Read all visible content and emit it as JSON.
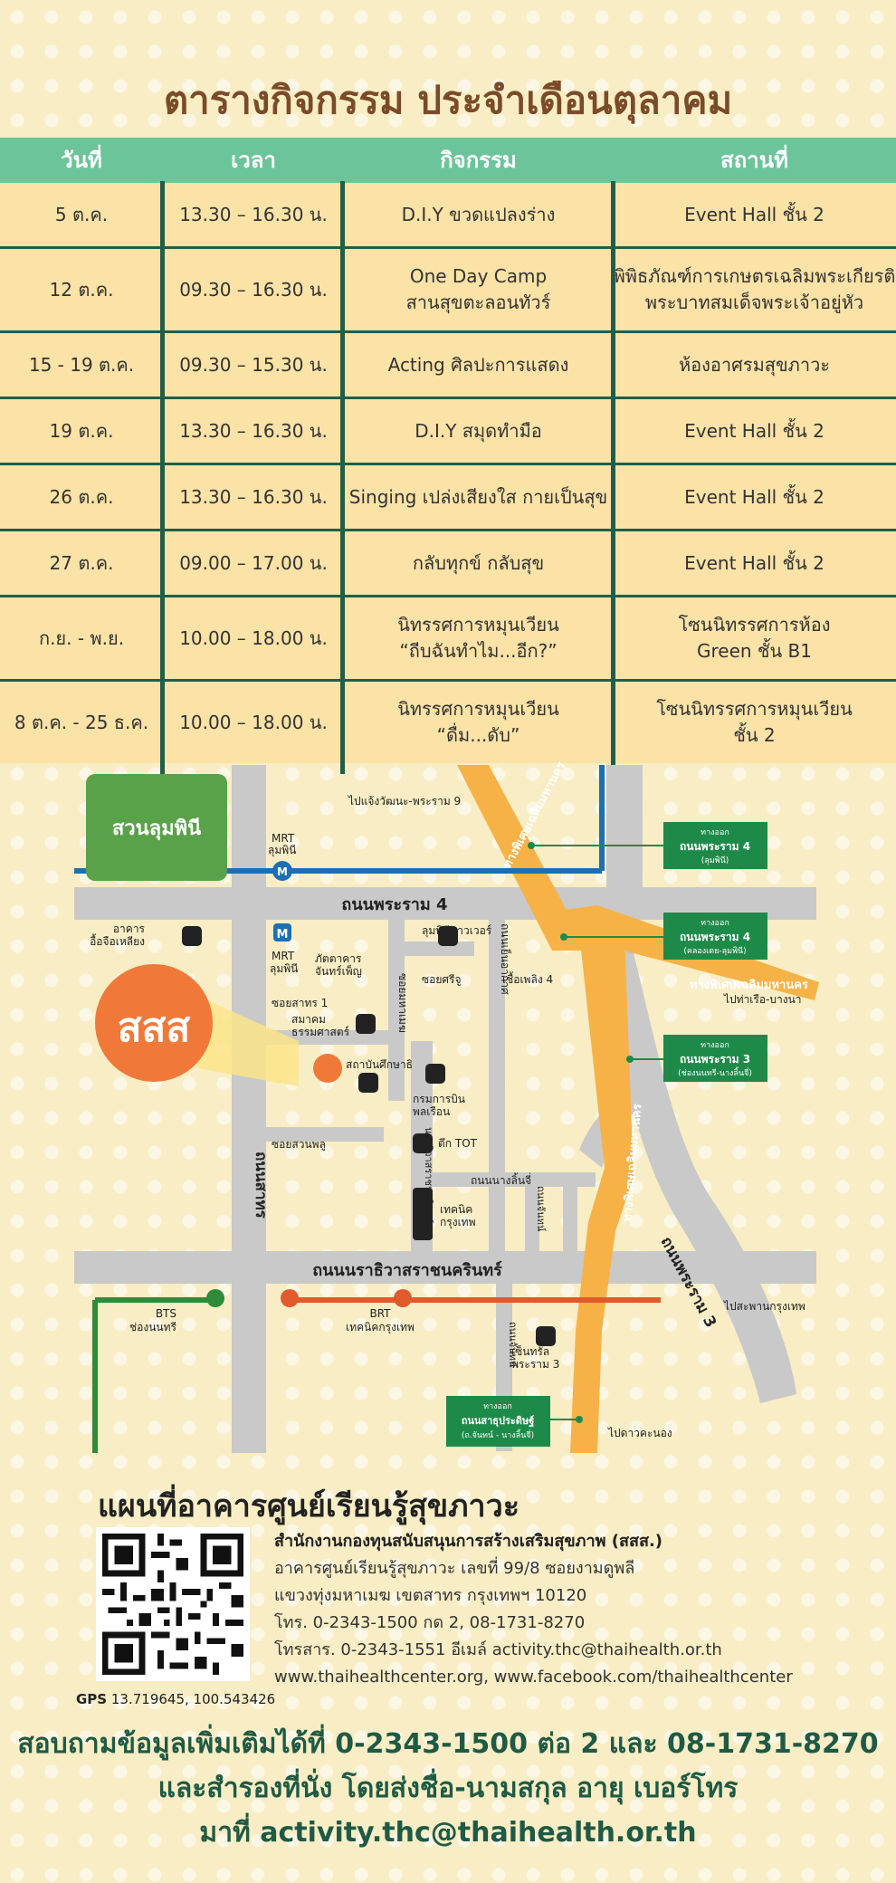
{
  "title": "ตารางกิจกรรม ประจำเดือนตุลาคม",
  "table": {
    "headers": [
      "วันที่",
      "เวลา",
      "กิจกรรม",
      "สถานที่"
    ],
    "rows": [
      {
        "date": "5 ต.ค.",
        "time": "13.30 – 16.30 น.",
        "activity": [
          "D.I.Y ขวดแปลงร่าง"
        ],
        "place": [
          "Event  Hall ชั้น 2"
        ]
      },
      {
        "date": "12 ต.ค.",
        "time": "09.30 – 16.30 น.",
        "activity": [
          "One Day Camp",
          "สานสุขตะลอนทัวร์"
        ],
        "place": [
          "พิพิธภัณฑ์การเกษตรเฉลิมพระเกียรติ",
          "พระบาทสมเด็จพระเจ้าอยู่หัว"
        ]
      },
      {
        "date": "15 - 19 ต.ค.",
        "time": "09.30 – 15.30 น.",
        "activity": [
          "Acting ศิลปะการแสดง"
        ],
        "place": [
          "ห้องอาศรมสุขภาวะ"
        ]
      },
      {
        "date": "19 ต.ค.",
        "time": "13.30 – 16.30 น.",
        "activity": [
          "D.I.Y สมุดทำมือ"
        ],
        "place": [
          "Event  Hall ชั้น 2"
        ]
      },
      {
        "date": "26 ต.ค.",
        "time": "13.30 – 16.30 น.",
        "activity": [
          "Singing เปล่งเสียงใส กายเป็นสุข"
        ],
        "place": [
          "Event  Hall ชั้น 2"
        ]
      },
      {
        "date": "27 ต.ค.",
        "time": "09.00 – 17.00 น.",
        "activity": [
          "กลับทุกข์ กลับสุข"
        ],
        "place": [
          "Event  Hall ชั้น 2"
        ]
      },
      {
        "date": "ก.ย. - พ.ย.",
        "time": "10.00 – 18.00 น.",
        "activity": [
          "นิทรรศการหมุนเวียน",
          "“ถีบฉันทำไม...อีก?”"
        ],
        "place": [
          "โซนนิทรรศการห้อง",
          "Green ชั้น B1"
        ]
      },
      {
        "date": "8 ต.ค. - 25 ธ.ค.",
        "time": "10.00 – 18.00 น.",
        "activity": [
          "นิทรรศการหมุนเวียน",
          "“ดื่ม...ดับ”"
        ],
        "place": [
          "โซนนิทรรศการหมุนเวียน",
          "ชั้น 2"
        ]
      }
    ]
  },
  "map": {
    "park": "สวนลุมพินี",
    "mrt_top": [
      "MRT",
      "ลุมพินี"
    ],
    "mrt_mid": [
      "MRT",
      "ลุมพินี"
    ],
    "to_rama9": "ไปแจ้งวัฒนะ-พระราม 9",
    "rama4": "ถนนพระราม 4",
    "building_left": [
      "อาคาร",
      "อื้อจือเหลียง"
    ],
    "bhatdakarn": [
      "ภัตตาคาร",
      "จันทร์เพ็ญ"
    ],
    "soi_mahamek": "ซอยมหาเมฆ",
    "lumphini_tower": "ลุมพินีทาวเวอร์",
    "soi_sri_ju": "ซอยศรีจู",
    "yen_akat": "ถนนเย็นอากาศ",
    "soi_sathorn1": "ซอยสาทร 1",
    "samakhom": [
      "สมาคม",
      "ธรรมศาสตร์"
    ],
    "chuea_phloeng4": "เชื้อเพลิง 4",
    "sathorn_rd": "ถนนสาทร",
    "institute": "สถาบันศึกษาธิ",
    "dept_aviation": [
      "กรมการบิน",
      "พลเรือน"
    ],
    "soi_suan_phlu": "ซอยสวนพลู",
    "tot": "ตึก TOT",
    "narathiwat17": "นราธิวาสราชนครินทร์ 17",
    "nang_linchi": "ถนนนางลิ้นจี่",
    "expressway": "ทางพิเศษเฉลิมมหานคร",
    "to_port": "ไปท่าเรือ-บางนา",
    "technic": [
      "เทคนิค",
      "กรุงเทพ"
    ],
    "chan_rd": "ถนนจันทน์",
    "narathiwat_rd": "ถนนนราธิวาสราชนครินทร์",
    "rama3_road": "ถนนพระราม 3",
    "to_bridge": "ไปสะพานกรุงเทพ",
    "bts": [
      "BTS",
      "ช่องนนทรี"
    ],
    "brt": [
      "BRT",
      "เทคนิคกรุงเทพ"
    ],
    "central": [
      "เซ็นทรัล",
      "พระราม 3"
    ],
    "to_dao_khanong": "ไปดาวคะนอง",
    "sss_logo": "สสส",
    "exits": [
      {
        "label": "ทางออก",
        "name": "ถนนพระราม 4",
        "sub": "(ลุมพินี)"
      },
      {
        "label": "ทางออก",
        "name": "ถนนพระราม 4",
        "sub": "(คลองเตย-ลุมพินี)"
      },
      {
        "label": "ทางออก",
        "name": "ถนนพระราม 3",
        "sub": "(ช่องนนทรี-นางลิ้นจี่)"
      },
      {
        "label": "ทางออก",
        "name": "ถนนสาธุประดิษฐ์",
        "sub": "(ถ.จันทน์ - นางลิ้นจี่)"
      }
    ],
    "colors": {
      "road": "#c9c9c9",
      "expressway": "#f6b247",
      "mrt": "#1c6fb5",
      "bts": "#2e8b3a",
      "brt": "#e05a2b",
      "park": "#5aa24a",
      "exit_box": "#1e8a49"
    }
  },
  "info": {
    "map_title": "แผนที่อาคารศูนย์เรียนรู้สุขภาวะ",
    "org": "สำนักงานกองทุนสนับสนุนการสร้างเสริมสุขภาพ (สสส.)",
    "lines": [
      "อาคารศูนย์เรียนรู้สุขภาวะ เลขที่ 99/8 ซอยงามดูพลี",
      "แขวงทุ่งมหาเมฆ เขตสาทร กรุงเทพฯ 10120",
      "โทร. 0-2343-1500 กด 2, 08-1731-8270",
      "โทรสาร. 0-2343-1551   อีเมล์ activity.thc@thaihealth.or.th",
      "www.thaihealthcenter.org, www.facebook.com/thaihealthcenter"
    ],
    "gps_label": "GPS",
    "gps_value": "13.719645, 100.543426",
    "contact": [
      "สอบถามข้อมูลเพิ่มเติมได้ที่  0-2343-1500 ต่อ 2 และ 08-1731-8270",
      "และสำรองที่นั่ง โดยส่งชื่อ-นามสกุล อายุ เบอร์โทร",
      "มาที่  activity.thc@thaihealth.or.th"
    ]
  }
}
